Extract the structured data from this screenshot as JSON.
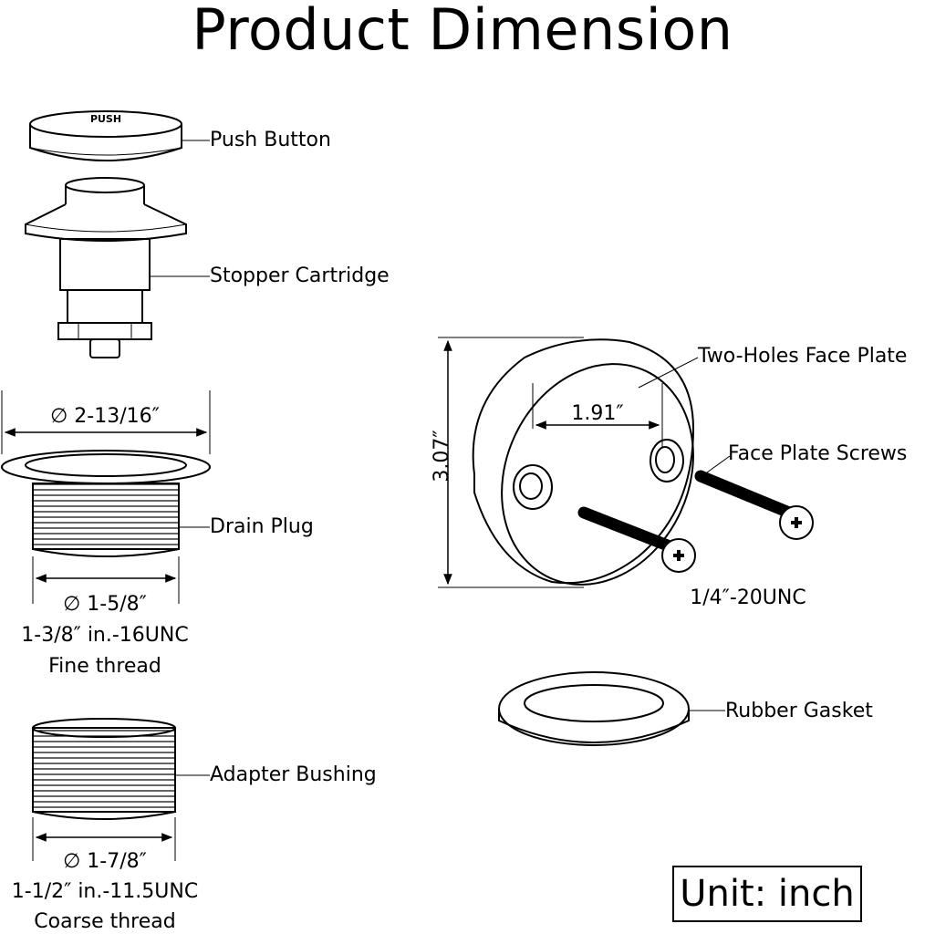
{
  "title": "Product Dimension",
  "labels": {
    "push_button": "Push Button",
    "push_text": "PUSH",
    "stopper_cartridge": "Stopper Cartridge",
    "drain_plug": "Drain Plug",
    "adapter_bushing": "Adapter Bushing",
    "face_plate": "Two-Holes Face Plate",
    "face_plate_screws": "Face Plate Screws",
    "rubber_gasket": "Rubber Gasket"
  },
  "dimensions": {
    "drain_plug_outer": "∅ 2-13/16″",
    "drain_plug_inner": "∅ 1-5/8″",
    "drain_plug_thread": "1-3/8″ in.-16UNC",
    "drain_plug_thread_type": "Fine thread",
    "bushing_diameter": "∅ 1-7/8″",
    "bushing_thread": "1-1/2″ in.-11.5UNC",
    "bushing_thread_type": "Coarse thread",
    "face_plate_height": "3.07″",
    "hole_spacing": "1.91″",
    "screw_spec": "1/4″-20UNC"
  },
  "unit": "Unit: inch"
}
